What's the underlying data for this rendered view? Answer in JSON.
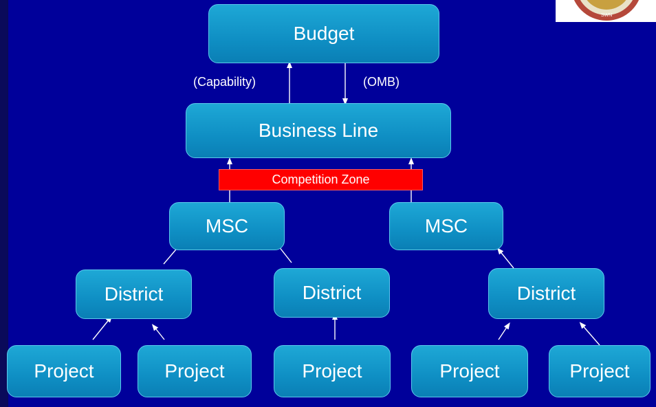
{
  "nodes": {
    "budget": "Budget",
    "business_line": "Business Line",
    "msc_left": "MSC",
    "msc_right": "MSC",
    "district_1": "District",
    "district_2": "District",
    "district_3": "District",
    "project_1": "Project",
    "project_2": "Project",
    "project_3": "Project",
    "project_4": "Project",
    "project_5": "Project"
  },
  "edge_labels": {
    "capability": "(Capability)",
    "omb": "(OMB)"
  },
  "competition_zone": "Competition Zone",
  "colors": {
    "background": "#00009a",
    "node_fill": "#1399cf",
    "node_border": "#5cc8ec",
    "zone_fill": "#ff0000",
    "arrow": "#ffffff"
  },
  "logo": {
    "text": "SWN",
    "icon": "district-seal-icon"
  }
}
